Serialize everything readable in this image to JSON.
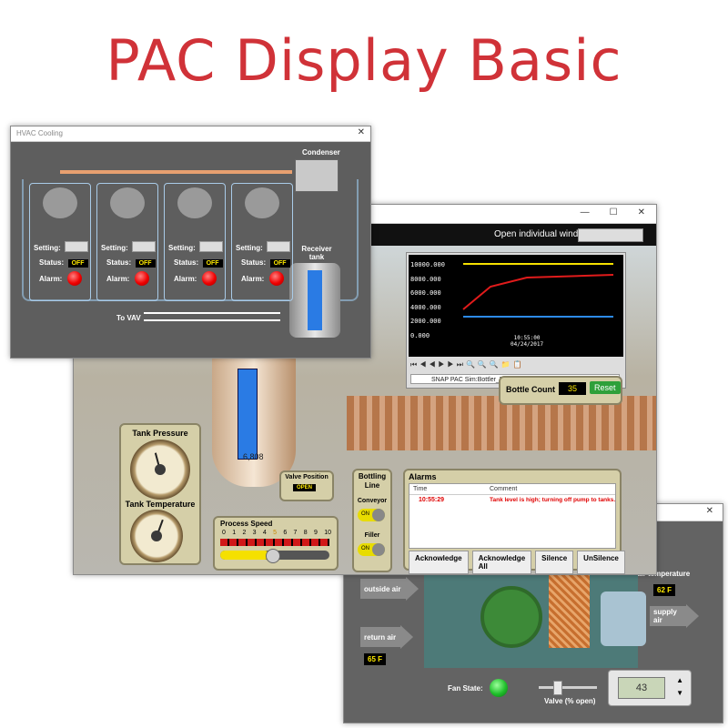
{
  "title": "PAC Display Basic",
  "hvac": {
    "window_title": "HVAC Cooling",
    "condenser_label": "Condenser",
    "receiver_label": "Receiver tank",
    "to_vav_label": "To VAV",
    "units": [
      {
        "setting_label": "Setting:",
        "status_label": "Status:",
        "status_value": "OFF",
        "alarm_label": "Alarm:"
      },
      {
        "setting_label": "Setting:",
        "status_label": "Status:",
        "status_value": "OFF",
        "alarm_label": "Alarm:"
      },
      {
        "setting_label": "Setting:",
        "status_label": "Status:",
        "status_value": "OFF",
        "alarm_label": "Alarm:"
      },
      {
        "setting_label": "Setting:",
        "status_label": "Status:",
        "status_value": "OFF",
        "alarm_label": "Alarm:"
      }
    ]
  },
  "bottling": {
    "open_windows_label": "Open individual windows:",
    "window_controls": [
      "—",
      "☐",
      "✕"
    ],
    "trend": {
      "y_ticks": [
        "10000.000",
        "8000.000",
        "6000.000",
        "4000.000",
        "2000.000",
        "0.000"
      ],
      "time_label": "10:55:00",
      "date_label": "04/24/2017",
      "tag_label": "SNAP PAC Sim:Bottler_Tank_DesiredLevel"
    },
    "bottle_count_label": "Bottle Count",
    "bottle_count_value": "35",
    "reset_label": "Reset",
    "tank_pressure_label": "Tank Pressure",
    "tank_temperature_label": "Tank Temperature",
    "tank_level_value": "6,808",
    "valve_position_label": "Valve Position",
    "valve_position_value": "OPEN",
    "process_speed_label": "Process Speed",
    "speed_ticks": [
      "0",
      "1",
      "2",
      "3",
      "4",
      "5",
      "6",
      "7",
      "8",
      "9",
      "10"
    ],
    "bottling_line_label": "Bottling Line",
    "conveyor_label": "Conveyor",
    "filler_label": "Filler",
    "on_label": "ON",
    "alarms": {
      "title": "Alarms",
      "col_time": "Time",
      "col_comment": "Comment",
      "rows": [
        {
          "time": "10:55:29",
          "comment": "Tank level is high; turning off pump to tanks."
        }
      ],
      "buttons": [
        "Acknowledge",
        "Acknowledge All",
        "Silence",
        "UnSilence"
      ]
    }
  },
  "air": {
    "close": "✕",
    "supply_temp_label": "air temperature",
    "supply_temp_value": "62 F",
    "outside_air_label": "outside air",
    "supply_air_label": "supply air",
    "return_air_label": "return air",
    "return_temp_value": "65 F",
    "fan_state_label": "Fan State:",
    "valve_label": "Valve (% open)",
    "thermostat_value": "43"
  },
  "colors": {
    "title_red": "#d03238",
    "tank_blue": "#2a7be4",
    "alarm_red": "#e00000",
    "trend_red": "#e01b1b",
    "trend_yellow": "#f5e000",
    "trend_blue": "#2d8ae8"
  }
}
